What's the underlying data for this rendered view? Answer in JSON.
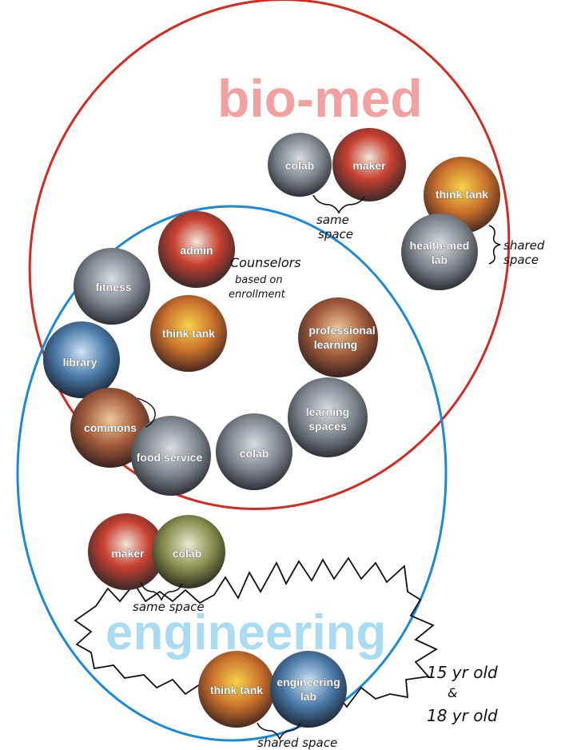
{
  "colors": {
    "biomed_ring": "#d42a20",
    "engineering_ring": "#1a8ad8",
    "biomed_title": "#f2a0a0",
    "engineering_title": "#a9dcf2",
    "ink": "#111111"
  },
  "titles": {
    "biomed": "bio-med",
    "engineering": "engineering"
  },
  "spaces": {
    "colab_top": "colab",
    "maker_top": "maker",
    "think_tank_top": "think tank",
    "health_med_line1": "health-med",
    "health_med_line2": "lab",
    "admin": "admin",
    "fitness": "fitness",
    "think_tank_mid": "think tank",
    "professional_line1": "professional",
    "professional_line2": "learning",
    "library": "library",
    "learning_line1": "learning",
    "learning_line2": "spaces",
    "commons": "commons",
    "food_service": "food service",
    "colab_mid": "colab",
    "maker_bottom": "maker",
    "colab_bottom": "colab",
    "think_tank_bottom": "think tank",
    "engineering_line1": "engineering",
    "engineering_line2": "lab"
  },
  "notes": {
    "same_space_top_1": "same",
    "same_space_top_2": "space",
    "shared_space_right_1": "shared",
    "shared_space_right_2": "space",
    "counselors": "Counselors",
    "based_on_1": "based on",
    "based_on_2": "enrollment",
    "same_space_bottom": "same space",
    "shared_space_bottom": "shared space",
    "age_1": "15 yr old",
    "age_2": "&",
    "age_3": "18 yr old"
  }
}
